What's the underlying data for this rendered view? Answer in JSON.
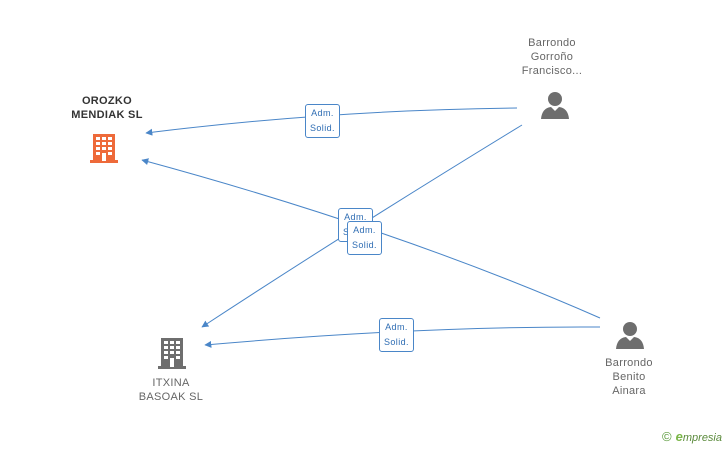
{
  "nodes": {
    "orozko": {
      "label": "OROZKO\nMENDIAK SL",
      "color": "#ee6a3a",
      "icon": "building-icon"
    },
    "itxina": {
      "label": "ITXINA\nBASOAK SL",
      "color": "#6e6e6e",
      "icon": "building-icon"
    },
    "francisco": {
      "label": "Barrondo\nGorroño\nFrancisco...",
      "color": "#6e6e6e",
      "icon": "person-icon"
    },
    "ainara": {
      "label": "Barrondo\nBenito\nAinara",
      "color": "#6e6e6e",
      "icon": "person-icon"
    }
  },
  "edges": [
    {
      "from": "francisco",
      "to": "orozko",
      "role": [
        "Adm.",
        "Solid."
      ]
    },
    {
      "from": "francisco",
      "to": "itxina",
      "role": [
        "Adm.",
        "Solid."
      ]
    },
    {
      "from": "ainara",
      "to": "orozko",
      "role": [
        "Adm.",
        "Solid."
      ]
    },
    {
      "from": "ainara",
      "to": "itxina",
      "role": [
        "Adm.",
        "Solid."
      ]
    }
  ],
  "colors": {
    "edge": "#4a86c8"
  },
  "branding": {
    "copyright": "©",
    "e": "e",
    "rest": "mpresia"
  }
}
